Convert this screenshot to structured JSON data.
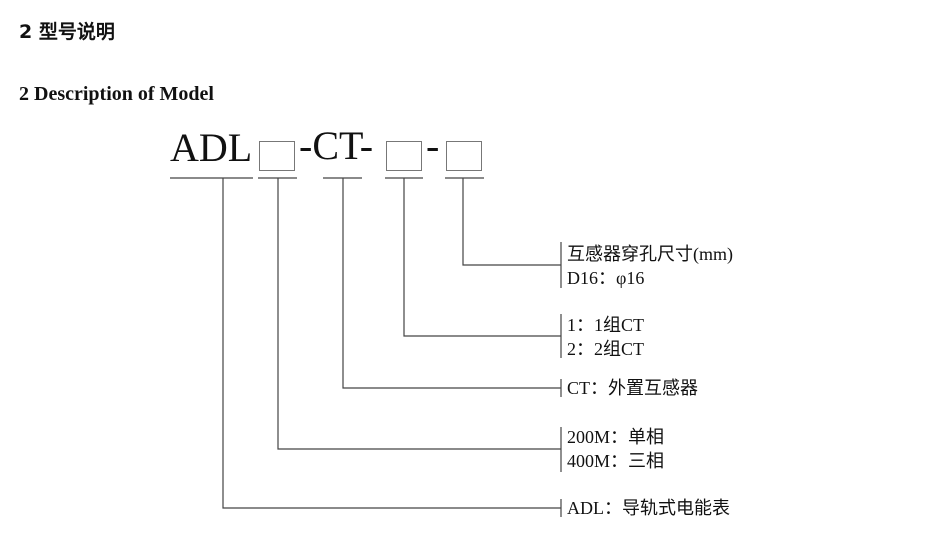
{
  "heading_cn": "2  型号说明",
  "heading_en": "2 Description of Model",
  "model": {
    "prefix": "ADL",
    "sep1": "-CT-",
    "sep2": "-"
  },
  "labels": [
    {
      "lines": [
        "互感器穿孔尺寸(mm)",
        "D16：φ16"
      ]
    },
    {
      "lines": [
        "1：1组CT",
        "2：2组CT"
      ]
    },
    {
      "lines": [
        "CT：外置互感器"
      ]
    },
    {
      "lines": [
        "200M：单相",
        "400M：三相"
      ]
    },
    {
      "lines": [
        "ADL：导轨式电能表"
      ]
    }
  ]
}
